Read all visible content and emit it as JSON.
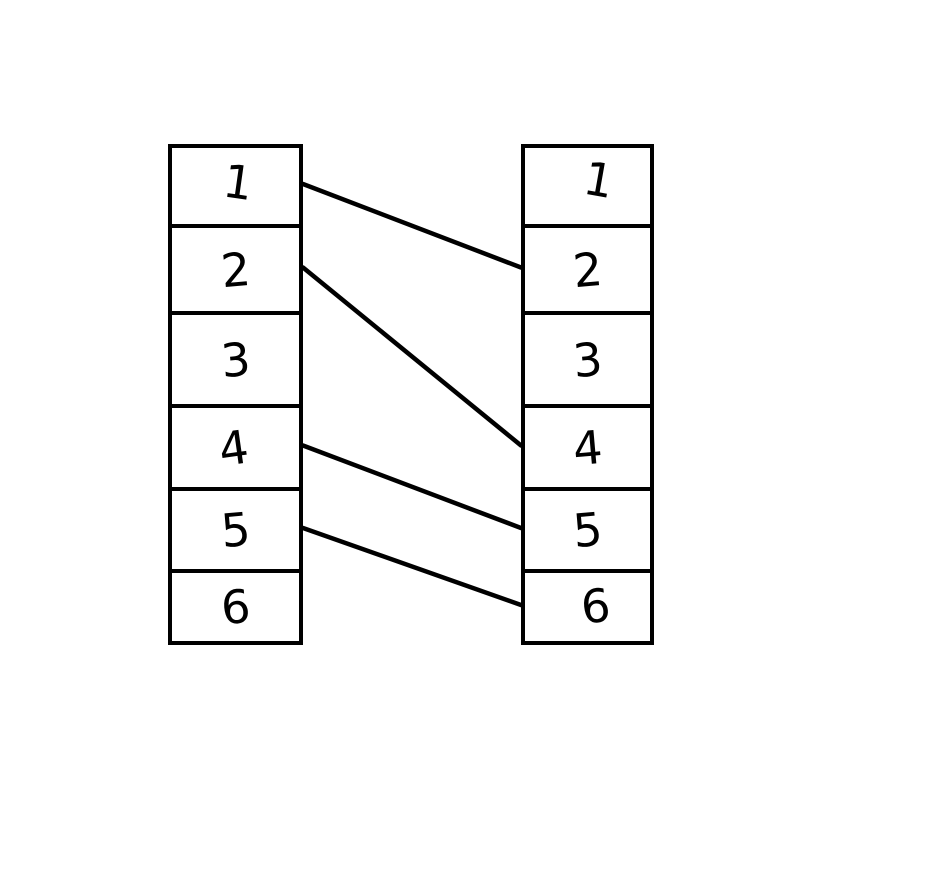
{
  "diagram": {
    "type": "matching-columns",
    "left_column": {
      "cells": [
        "1",
        "2",
        "3",
        "4",
        "5",
        "6"
      ]
    },
    "right_column": {
      "cells": [
        "1",
        "2",
        "3",
        "4",
        "5",
        "6"
      ]
    },
    "connections": [
      {
        "from": "1",
        "to": "2"
      },
      {
        "from": "2",
        "to": "4"
      },
      {
        "from": "4",
        "to": "5"
      },
      {
        "from": "5",
        "to": "6"
      }
    ],
    "colors": {
      "stroke": "#000000",
      "background": "#ffffff"
    }
  }
}
